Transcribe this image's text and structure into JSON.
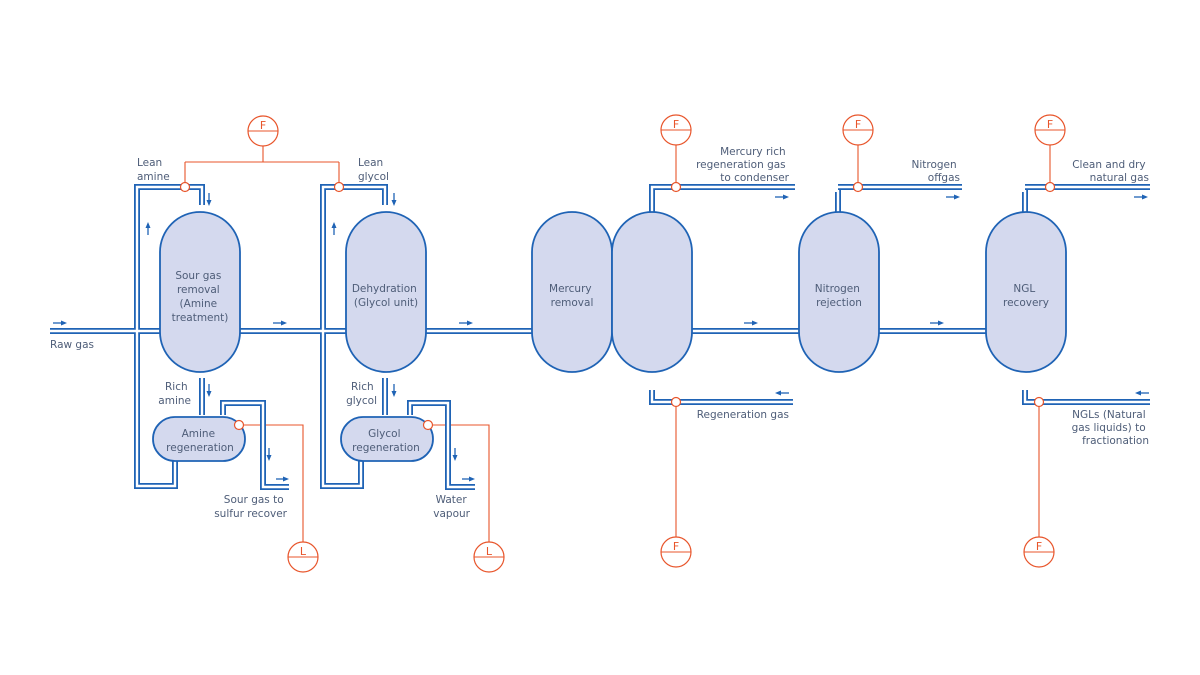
{
  "colors": {
    "pipe": "#1f63b5",
    "vessel_fill": "#d4d9ee",
    "control": "#e8552b",
    "text": "#4e5d78"
  },
  "inlet": {
    "label": "Raw gas"
  },
  "sour": {
    "vessel": [
      "Sour gas",
      "removal",
      "(Amine",
      "treatment)"
    ],
    "lean": [
      "Lean",
      "amine"
    ],
    "rich": [
      "Rich",
      "amine"
    ],
    "regen": [
      "Amine",
      "regeneration"
    ],
    "out": [
      "Sour gas to",
      "sulfur recover"
    ]
  },
  "glycol": {
    "vessel": [
      "Dehydration",
      "(Glycol unit)"
    ],
    "lean": [
      "Lean",
      "glycol"
    ],
    "rich": [
      "Rich",
      "glycol"
    ],
    "regen": [
      "Glycol",
      "regeneration"
    ],
    "out": [
      "Water",
      "vapour"
    ]
  },
  "mercury": {
    "vessel": [
      "Mercury",
      "removal"
    ],
    "top_out": [
      "Mercury rich",
      "regeneration gas",
      "to condenser"
    ],
    "bottom_in": [
      "Regeneration gas"
    ]
  },
  "nitrogen": {
    "vessel": [
      "Nitrogen",
      "rejection"
    ],
    "top_out": [
      "Nitrogen",
      "offgas"
    ]
  },
  "ngl": {
    "vessel": [
      "NGL",
      "recovery"
    ],
    "top_out": [
      "Clean and dry",
      "natural gas"
    ],
    "bottom_out": [
      "NGLs (Natural",
      "gas liquids) to",
      "fractionation"
    ]
  },
  "instruments": {
    "flow": "F",
    "level": "L"
  }
}
